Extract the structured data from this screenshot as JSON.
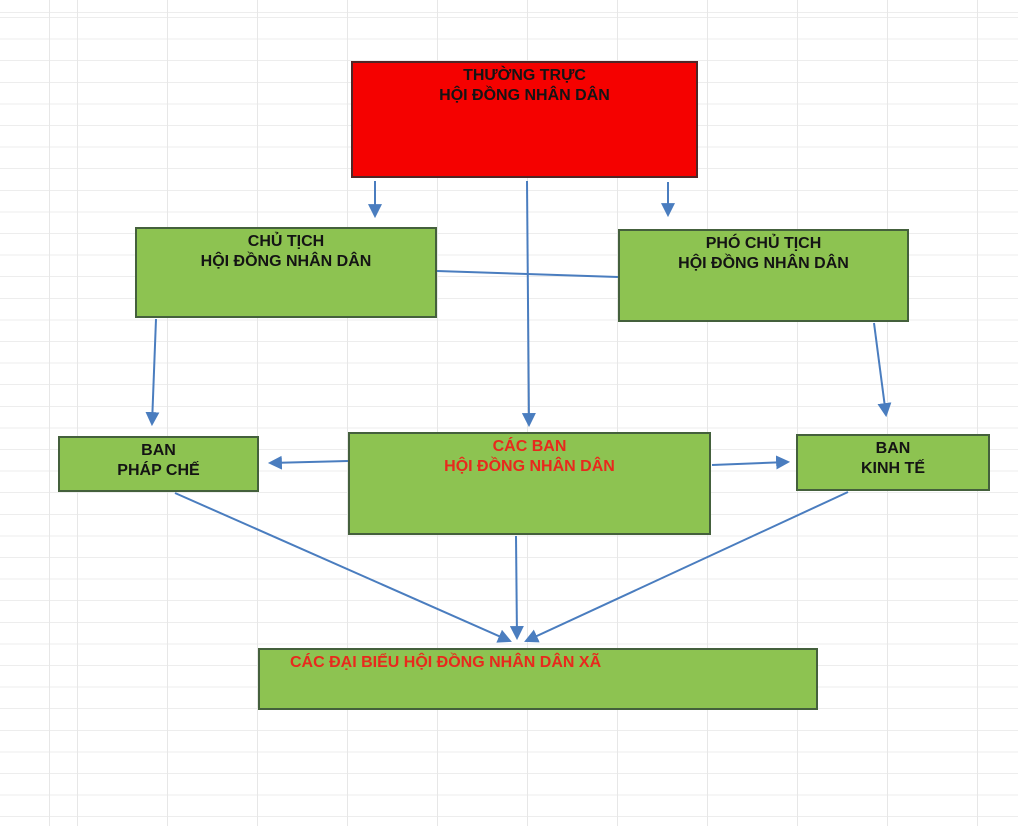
{
  "diagram": {
    "type": "org-chart",
    "nodes": {
      "standing_committee": {
        "label": "THƯỜNG TRỰC\nHỘI ĐỒNG NHÂN DÂN",
        "fill": "#f50100",
        "text_color": "#141414"
      },
      "chairman": {
        "label": "CHỦ TỊCH\nHỘI ĐỒNG NHÂN DÂN",
        "fill": "#8dc351",
        "text_color": "#141414"
      },
      "vice_chairman": {
        "label": "PHÓ CHỦ TỊCH\nHỘI ĐỒNG NHÂN DÂN",
        "fill": "#8dc351",
        "text_color": "#141414"
      },
      "legal_board": {
        "label": "BAN\nPHÁP CHẾ",
        "fill": "#8dc351",
        "text_color": "#141414"
      },
      "boards": {
        "label": "CÁC BAN\nHỘI  ĐỒNG NHÂN DÂN",
        "fill": "#8dc351",
        "text_color": "#e8291d"
      },
      "economic_board": {
        "label": "BAN\nKINH TẾ",
        "fill": "#8dc351",
        "text_color": "#141414"
      },
      "delegates": {
        "label": "CÁC ĐẠI BIỂU HỘI ĐỒNG NHÂN DÂN XÃ",
        "fill": "#8dc351",
        "text_color": "#e8291d"
      }
    },
    "colors": {
      "connector": "#4a7dbf",
      "node_green": "#8dc351",
      "node_red": "#f50100",
      "border_green": "#44603c",
      "border_red": "#502626",
      "grid_line_v": "#e7e7e7",
      "grid_line_h": "#ededed",
      "text_black": "#141414",
      "text_red": "#e8291d",
      "canvas_bg": "#ffffff"
    }
  }
}
